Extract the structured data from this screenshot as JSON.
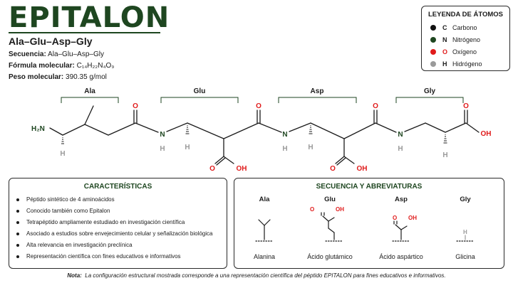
{
  "header": {
    "title": "EPITALON",
    "subtitle": "Ala–Glu–Asp–Gly",
    "sequence_label": "Secuencia:",
    "sequence_value": "Ala–Glu–Asp–Gly",
    "formula_label": "Fórmula molecular:",
    "formula_value": "C₁₄H₂₂N₄O₉",
    "weight_label": "Peso molecular:",
    "weight_value": "390.35 g/mol"
  },
  "legend": {
    "title": "LEYENDA DE ÁTOMOS",
    "items": [
      {
        "symbol": "C",
        "label": "Carbono",
        "color": "#111111"
      },
      {
        "symbol": "N",
        "label": "Nitrógeno",
        "color": "#1e4620"
      },
      {
        "symbol": "O",
        "label": "Oxígeno",
        "color": "#e01b1b"
      },
      {
        "symbol": "H",
        "label": "Hidrógeno",
        "color": "#9a9a9a"
      }
    ]
  },
  "structure": {
    "residues": [
      "Ala",
      "Glu",
      "Asp",
      "Gly"
    ],
    "atoms": {
      "h2n": "H₂N",
      "h": "H",
      "n": "N",
      "o": "O",
      "oh": "OH"
    }
  },
  "characteristics": {
    "title": "CARACTERÍSTICAS",
    "items": [
      "Péptido sintético de 4 aminoácidos",
      "Conocido también como Epitalon",
      "Tetrapéptido ampliamente estudiado en investigación científica",
      "Asociado a estudios sobre envejecimiento celular y señalización biológica",
      "Alta relevancia en investigación preclínica",
      "Representación científica con fines educativos e informativos"
    ]
  },
  "abbreviations": {
    "title": "SECUENCIA Y ABREVIATURAS",
    "items": [
      {
        "code": "Ala",
        "name": "Alanina"
      },
      {
        "code": "Glu",
        "name": "Ácido glutámico"
      },
      {
        "code": "Asp",
        "name": "Ácido aspártico"
      },
      {
        "code": "Gly",
        "name": "Glicina"
      }
    ]
  },
  "note": {
    "label": "Nota:",
    "text": "La configuración estructural mostrada corresponde a una representación científica del péptido EPITALON para fines educativos e informativos."
  }
}
